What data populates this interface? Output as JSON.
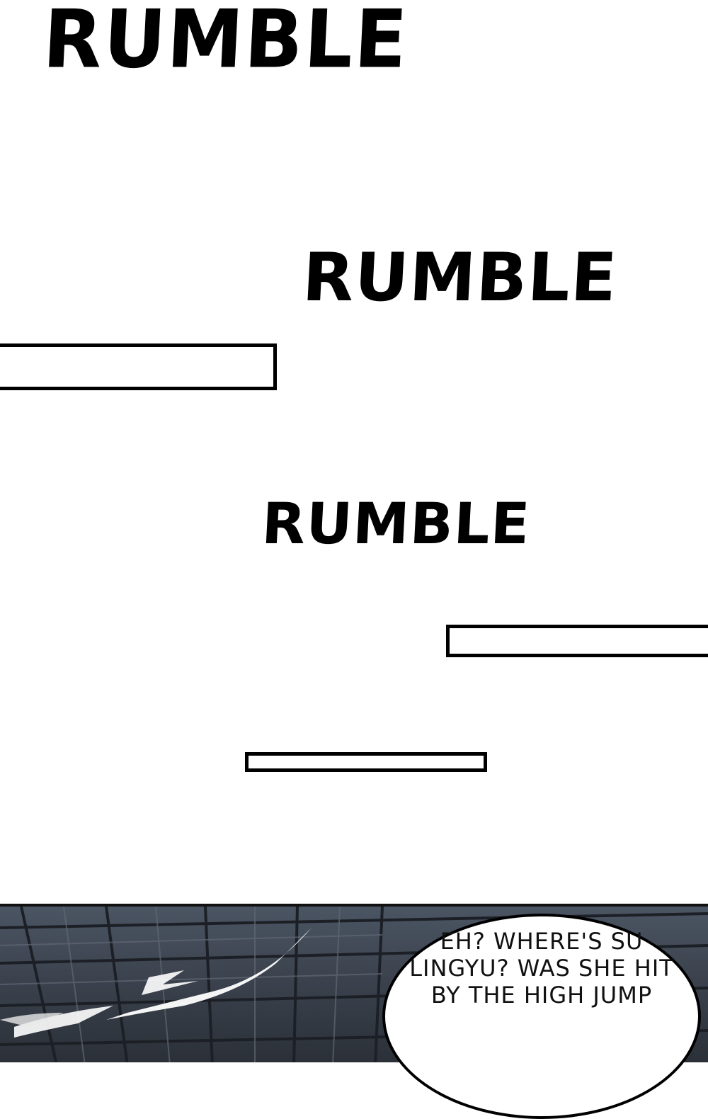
{
  "sfx": {
    "line1": "RUMBLE",
    "line2": "RUMBLE",
    "line3": "RUMBLE"
  },
  "bubble": {
    "text": "EH? WHERE'S SU LINGYU? WAS SHE HIT BY THE HIGH JUMP"
  },
  "colors": {
    "ink": "#000000",
    "paper": "#ffffff",
    "panel_bg": "#3a414c"
  }
}
